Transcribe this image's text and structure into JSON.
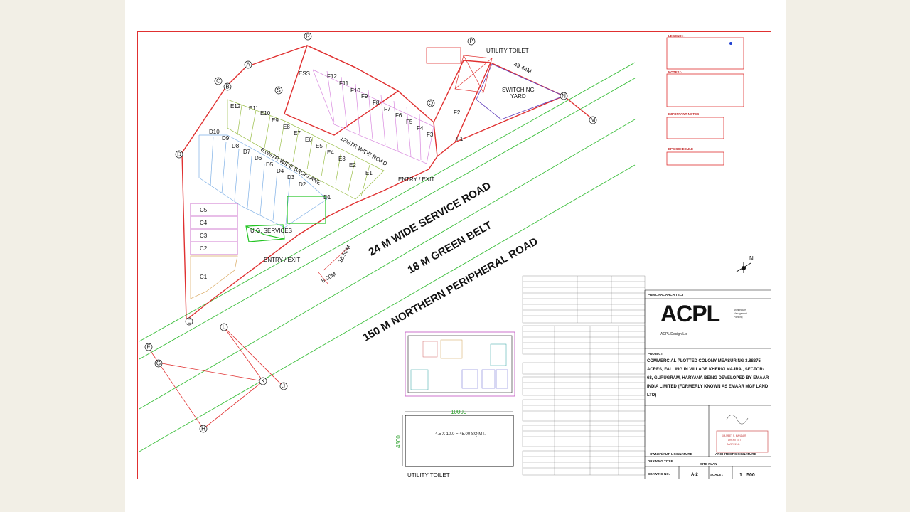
{
  "roads": {
    "service_road": "24  M  WIDE SERVICE ROAD",
    "green_belt": "18  M  GREEN BELT",
    "peripheral_road": "150  M   NORTHERN PERIPHERAL ROAD",
    "internal_road": "12MTR WIDE ROAD",
    "internal_road_2": "6.0MTR WIDE BACKLANE"
  },
  "site_labels": {
    "utility_toilet_top": "UTILITY TOILET",
    "switching_yard": "SWITCHING\nYARD",
    "ess": "ESS",
    "entry_exit_1": "ENTRY / EXIT",
    "entry_exit_2": "ENTRY / EXIT",
    "ug_services": "U.G. SERVICES",
    "utility_toilet_bottom": "UTILITY TOILET",
    "dim_4944": "49.44M",
    "dim_1652": "16.52M",
    "dim_800": "8.00M",
    "toilet_width": "10000",
    "toilet_depth": "4500",
    "toilet_area": "4.5 X 10.0 = 45.00 SQ.MT."
  },
  "points": [
    "R",
    "P",
    "A",
    "C",
    "B",
    "S",
    "Q",
    "N",
    "M",
    "D",
    "E",
    "L",
    "F",
    "G",
    "K",
    "J",
    "H"
  ],
  "plots": {
    "F": [
      "F12",
      "F11",
      "F10",
      "F9",
      "F8",
      "F7",
      "F6",
      "F5",
      "F4",
      "F3",
      "F2",
      "F1"
    ],
    "E": [
      "E12",
      "E11",
      "E10",
      "E9",
      "E8",
      "E7",
      "E6",
      "E5",
      "E4",
      "E3",
      "E2",
      "E1"
    ],
    "D": [
      "D10",
      "D9",
      "D8",
      "D7",
      "D6",
      "D5",
      "D4",
      "D3",
      "D2",
      "D1"
    ],
    "C": [
      "C5",
      "C4",
      "C3",
      "C2",
      "C1"
    ]
  },
  "title_block": {
    "principal_architect": "PRINCIPAL ARCHITECT",
    "logo": "ACPL",
    "logo_tagline": "Architecture\nManagement\nPlanning",
    "company": "ACPL Design Ltd",
    "project_heading": "PROJECT",
    "project_text": "COMMERCIAL PLOTTED COLONY MEASURING  3.88375 ACRES, FALLING IN  VILLAGE KHERKI MAJRA , SECTOR-68, GURUGRAM, HARYANA BEING DEVELOPED BY EMAAR INDIA LIMITED (FORMERLY KNOWN AS EMAAR MGF LAND LTD)",
    "owner_signature": "OWNER/AUTH. SIGNATURE",
    "architect_signature": "ARCHITECT'S SIGNATURE",
    "stamp": "KULMEET S. MANDAIR\nARCHITECT\nCA/97/21741",
    "drawing_title_label": "DRAWING TITLE",
    "drawing_title": "SITE PLAN",
    "drawing_no_label": "DRAWING NO.",
    "drawing_no": "A-2",
    "scale_label": "SCALE :",
    "scale": "1 : 500"
  },
  "legend": {
    "title": "LEGEND :-",
    "notes_title": "NOTES :-",
    "important_title": "IMPORTANT NOTES",
    "schedule_title": "EPS SCHEDULE"
  },
  "colors": {
    "boundary": "#e03030",
    "road_line": "#3cbf3c",
    "plot_f": "#d98adf",
    "plot_e": "#9bbf4a",
    "plot_d": "#7fb0e6",
    "plot_c": "#c050c0",
    "ug_box": "#22c422",
    "switching": "#6a4ac0"
  }
}
